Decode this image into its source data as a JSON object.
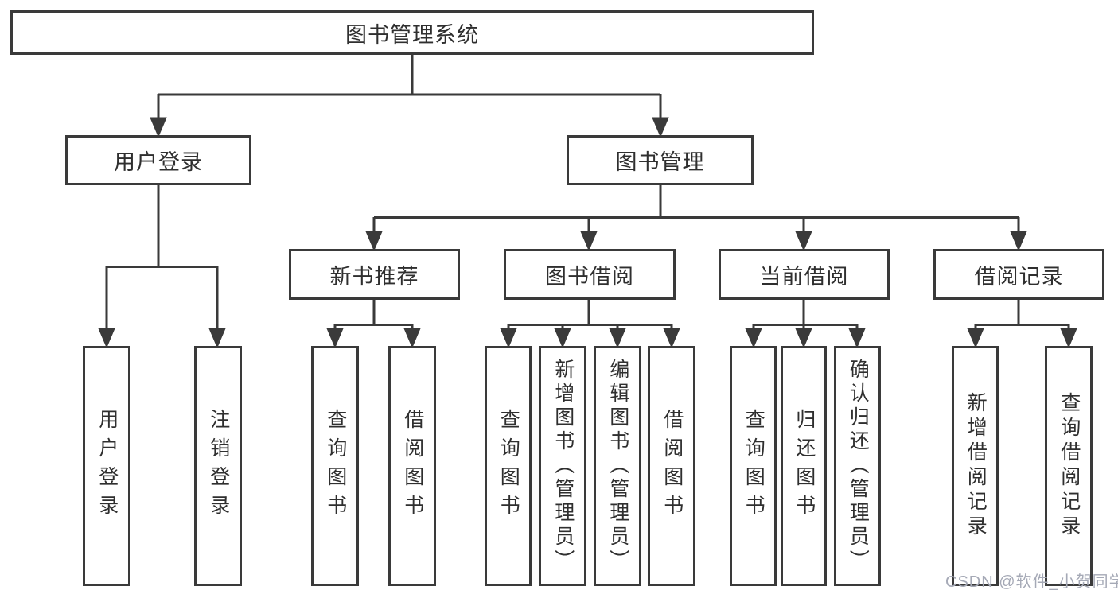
{
  "diagram_type": "hierarchy-diagram",
  "colors": {
    "line": "#3a3a3a",
    "box_border": "#3a3a3a",
    "box_background": "#ffffff",
    "text": "#2f2f2f",
    "watermark": "#a5a9b6",
    "page_background": "#ffffff"
  },
  "watermark": {
    "text": "CSDN @软件_小贺同学"
  },
  "tree": {
    "root": {
      "label": "图书管理系统"
    },
    "branches": [
      {
        "label": "用户登录",
        "children": [
          {
            "label": "用户登录"
          },
          {
            "label": "注销登录"
          }
        ]
      },
      {
        "label": "图书管理",
        "children": [
          {
            "label": "新书推荐",
            "children": [
              {
                "label": "查询图书"
              },
              {
                "label": "借阅图书"
              }
            ]
          },
          {
            "label": "图书借阅",
            "children": [
              {
                "label": "查询图书"
              },
              {
                "label": "新增图书（管理员）"
              },
              {
                "label": "编辑图书（管理员）"
              },
              {
                "label": "借阅图书"
              }
            ]
          },
          {
            "label": "当前借阅",
            "children": [
              {
                "label": "查询图书"
              },
              {
                "label": "归还图书"
              },
              {
                "label": "确认归还（管理员）"
              }
            ]
          },
          {
            "label": "借阅记录",
            "children": [
              {
                "label": "新增借阅记录"
              },
              {
                "label": "查询借阅记录"
              }
            ]
          }
        ]
      }
    ]
  }
}
